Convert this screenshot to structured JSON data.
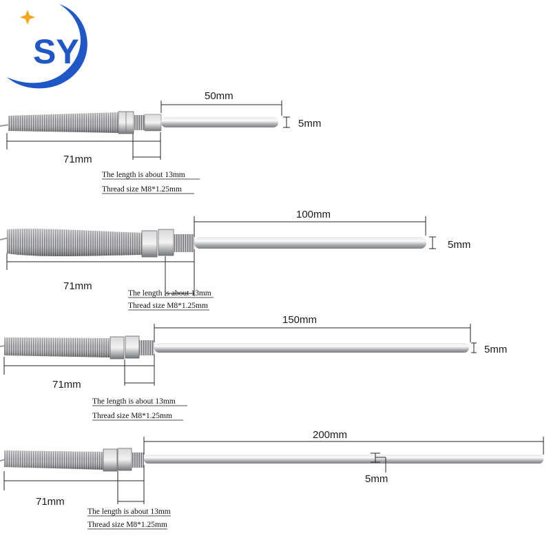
{
  "logo": {
    "text": "SY",
    "accent_color": "#f5a623",
    "brand_color": "#1f57c7"
  },
  "colors": {
    "dimension_line": "#222222",
    "rod": "#b8b9bb",
    "spring": "#8e8f91",
    "nut": "#9a9c9e"
  },
  "probes": [
    {
      "length_label": "50mm",
      "diameter_label": "5mm",
      "spring_label": "71mm",
      "note_length": "The length is about 13mm",
      "note_thread": "Thread size M8*1.25mm"
    },
    {
      "length_label": "100mm",
      "diameter_label": "5mm",
      "spring_label": "71mm",
      "note_length": "The length is about 13mm",
      "note_thread": "Thread size M8*1.25mm"
    },
    {
      "length_label": "150mm",
      "diameter_label": "5mm",
      "spring_label": "71mm",
      "note_length": "The length is about 13mm",
      "note_thread": "Thread size M8*1.25mm"
    },
    {
      "length_label": "200mm",
      "diameter_label": "5mm",
      "spring_label": "71mm",
      "note_length": "The length is about 13mm",
      "note_thread": "Thread size M8*1.25mm"
    }
  ]
}
